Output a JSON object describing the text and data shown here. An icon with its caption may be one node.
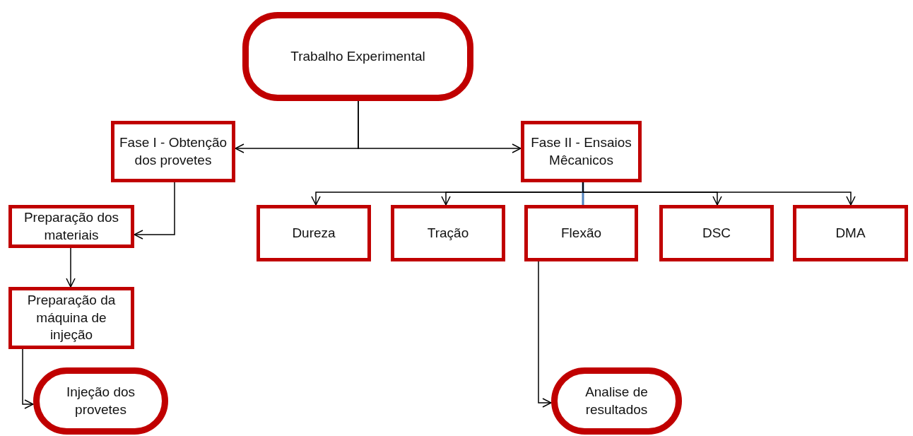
{
  "diagram": {
    "nodes": [
      {
        "text": [
          "Trabalho Experimental"
        ]
      },
      {
        "text": [
          "Fase I - Obtenção dos provetes"
        ]
      },
      {
        "text": [
          "Fase II - Ensaios Mêcanicos"
        ]
      },
      {
        "text": [
          "Dureza"
        ]
      },
      {
        "text": [
          "Tração"
        ]
      },
      {
        "text": [
          "Flexão"
        ]
      },
      {
        "text": [
          "DSC"
        ]
      },
      {
        "text": [
          "DMA"
        ]
      },
      {
        "text": [
          "Preparação dos materiais"
        ]
      },
      {
        "text": [
          "Preparação da máquina de injeção"
        ]
      },
      {
        "text": [
          "Injeção dos provetes"
        ]
      },
      {
        "text": [
          "Analise de resultados"
        ]
      }
    ],
    "edges": [
      {
        "from": 0,
        "to": 1,
        "arrow": "to"
      },
      {
        "from": 0,
        "to": 2,
        "arrow": "to"
      },
      {
        "from": 2,
        "to": 3,
        "arrow": "to"
      },
      {
        "from": 2,
        "to": 4,
        "arrow": "to"
      },
      {
        "from": 2,
        "to": 5,
        "arrow": "none",
        "color": "#4f81bd"
      },
      {
        "from": 2,
        "to": 6,
        "arrow": "to"
      },
      {
        "from": 2,
        "to": 7,
        "arrow": "to"
      },
      {
        "from": 1,
        "to": 8,
        "arrow": "to"
      },
      {
        "from": 8,
        "to": 9,
        "arrow": "to"
      },
      {
        "from": 9,
        "to": 10,
        "arrow": "to"
      },
      {
        "from": 5,
        "to": 11,
        "arrow": "to"
      }
    ]
  }
}
